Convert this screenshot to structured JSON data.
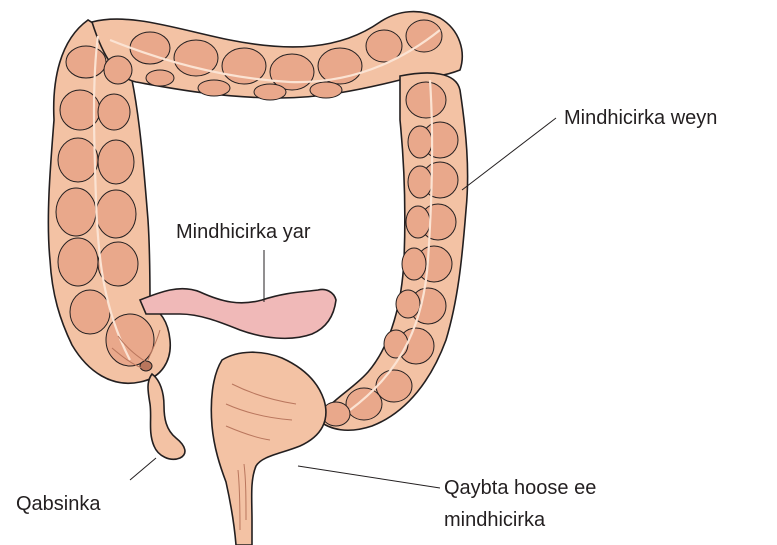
{
  "labels": {
    "large_intestine": "Mindhicirka weyn",
    "small_intestine": "Mindhicirka yar",
    "appendix": "Qabsinka",
    "rectum_line1": "Qaybta hoose ee",
    "rectum_line2": "mindhicirka"
  },
  "colors": {
    "colon_fill": "#f3c2a4",
    "haustra_fill": "#e9a88b",
    "small_intestine_fill": "#f0b9b8",
    "outline": "#231f20",
    "taenia_band": "#fbe3d3"
  },
  "icons": {
    "colon": "large-intestine-illustration",
    "small_intestine": "small-intestine-segment",
    "appendix": "appendix-illustration",
    "rectum": "rectum-illustration"
  }
}
